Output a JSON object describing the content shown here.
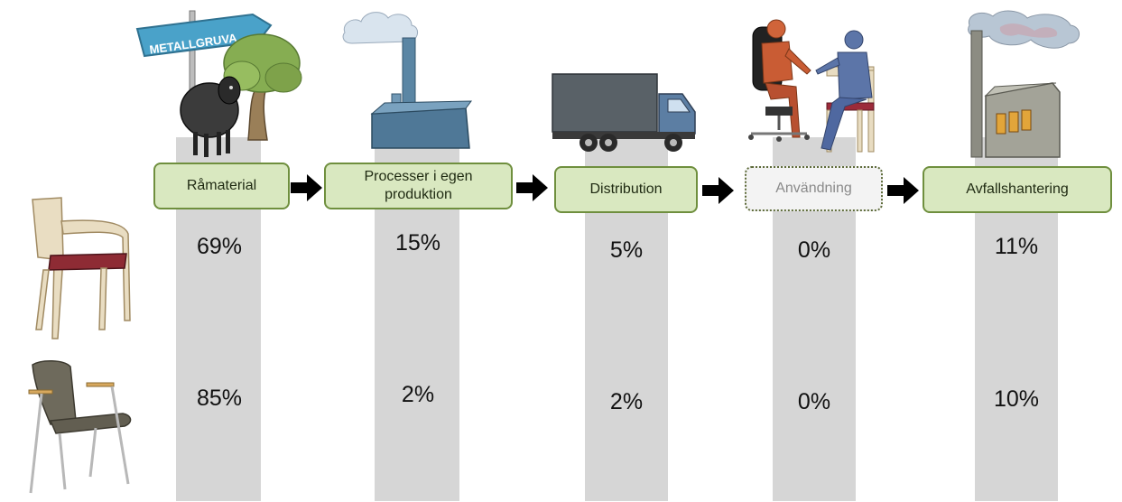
{
  "stages": [
    {
      "label": "Råmaterial"
    },
    {
      "label": "Processer i egen produktion"
    },
    {
      "label": "Distribution"
    },
    {
      "label": "Användning"
    },
    {
      "label": "Avfallshantering"
    }
  ],
  "signpost_text": "METALLGRUVA",
  "rows": [
    {
      "chair": "wooden-chair-icon",
      "values": [
        "69%",
        "15%",
        "5%",
        "0%",
        "11%"
      ]
    },
    {
      "chair": "metal-chair-icon",
      "values": [
        "85%",
        "2%",
        "2%",
        "0%",
        "10%"
      ]
    }
  ],
  "colors": {
    "stage_fill": "#d9e8c0",
    "stage_border": "#6f8f3e",
    "column": "#d6d6d6",
    "arrow": "#000000"
  }
}
